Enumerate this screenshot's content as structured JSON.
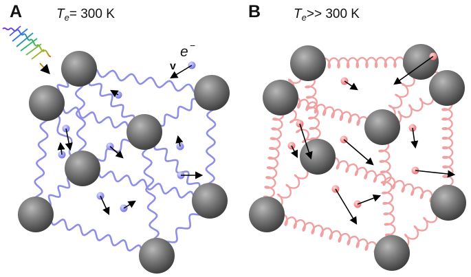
{
  "panels": [
    {
      "letter": "A",
      "temp_symbol": "T",
      "temp_subscript": "e",
      "temp_relation": "= 300 K",
      "electron_symbol": "e",
      "electron_superscript": "−",
      "velocity_symbol": "v",
      "spring_color": "#8f8fe8",
      "electron_color": "#9a9af0"
    },
    {
      "letter": "B",
      "temp_symbol": "T",
      "temp_subscript": "e",
      "temp_relation": ">> 300 K",
      "spring_color": "#f0a0a0",
      "electron_color": "#f39090"
    }
  ],
  "atom_color": "#6e6e6e",
  "arrow_color": "#000000",
  "photon_icon": "laser-pulse-wave-icon"
}
